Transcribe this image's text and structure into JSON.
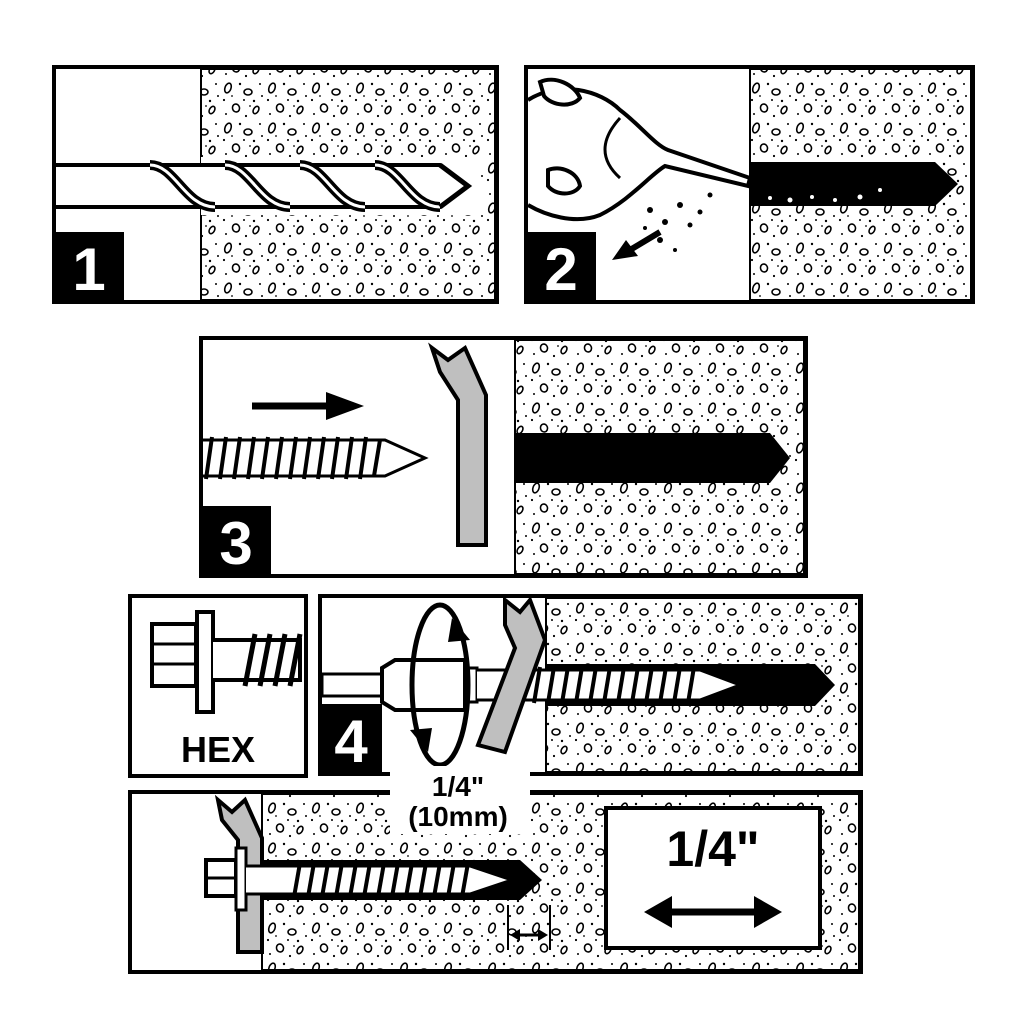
{
  "steps": [
    {
      "number": "1"
    },
    {
      "number": "2"
    },
    {
      "number": "3"
    },
    {
      "number": "4"
    }
  ],
  "hex_label": "HEX",
  "socket_size_line1": "1/4\"",
  "socket_size_line2": "(10mm)",
  "gap_label": "1/4\"",
  "colors": {
    "line": "#000000",
    "background": "#ffffff",
    "washer_gray": "#bfbfbf",
    "screw_gray": "#d9d9d9"
  }
}
